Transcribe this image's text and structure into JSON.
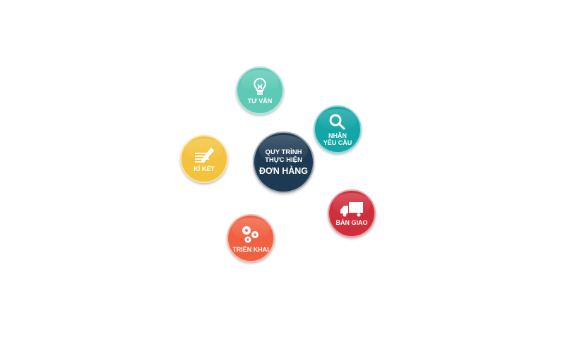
{
  "center": {
    "line1": "QUY TRÌNH",
    "line2": "THỰC HIỆN",
    "line3": "ĐƠN HÀNG",
    "color": "#1e3a52"
  },
  "steps": [
    {
      "label": "TƯ VẤN",
      "icon": "lightbulb-icon",
      "color": "#5ecab5"
    },
    {
      "label": "NHẬN",
      "label2": "YÊU CẦU",
      "icon": "magnifier-icon",
      "color": "#14a5a6"
    },
    {
      "label": "KÍ KẾT",
      "icon": "contract-pen-icon",
      "color": "#f3c33d"
    },
    {
      "label": "BÀN GIAO",
      "icon": "delivery-truck-icon",
      "color": "#cf2e3b"
    },
    {
      "label": "TRIỂN KHAI",
      "icon": "gears-icon",
      "color": "#ef6140"
    }
  ]
}
